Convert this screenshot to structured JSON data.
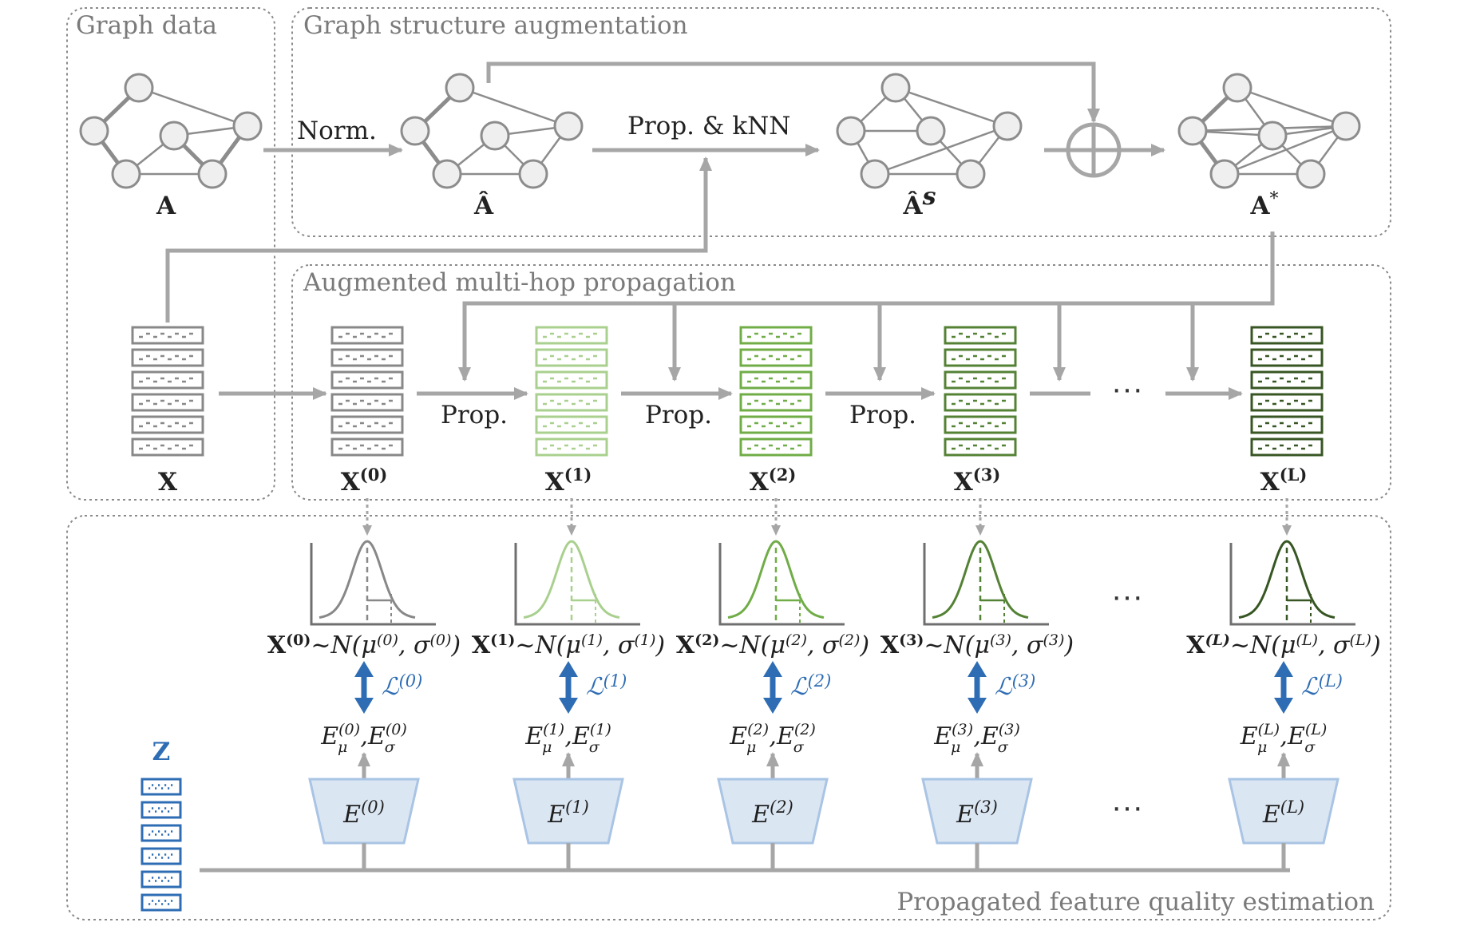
{
  "sections": {
    "graph_data": "Graph data",
    "augmentation": "Graph structure augmentation",
    "propagation": "Augmented multi-hop propagation",
    "estimation": "Propagated feature quality estimation"
  },
  "graph_labels": {
    "a": "A",
    "a_hat": "Â",
    "a_hat_s": "Â",
    "a_hat_s_sup": "s",
    "a_star": "A",
    "a_star_sup": "*"
  },
  "edge_labels": {
    "norm": "Norm.",
    "prop_knn": "Prop. & kNN",
    "prop": "Prop."
  },
  "ellipsis": "···",
  "features": {
    "x": "X",
    "z": "Z",
    "levels": [
      "0",
      "1",
      "2",
      "3",
      "L"
    ]
  },
  "distribution": {
    "lhs": "X",
    "sim": "~N(μ",
    "comma": ", σ",
    "close": ")"
  },
  "loss": "ℒ",
  "encoder_out": {
    "mu": "μ",
    "sigma": "σ",
    "sep": ","
  },
  "encoder": "E",
  "colors": {
    "gray": "#7f7f7f",
    "stack_gray": "#888888",
    "green_1": "#a9d08e",
    "green_2": "#70ad47",
    "green_3": "#548235",
    "green_L": "#375623",
    "blue": "#2e6db4",
    "encoder_fill": "#dbe6f3",
    "encoder_stroke": "#a9c4e4"
  }
}
